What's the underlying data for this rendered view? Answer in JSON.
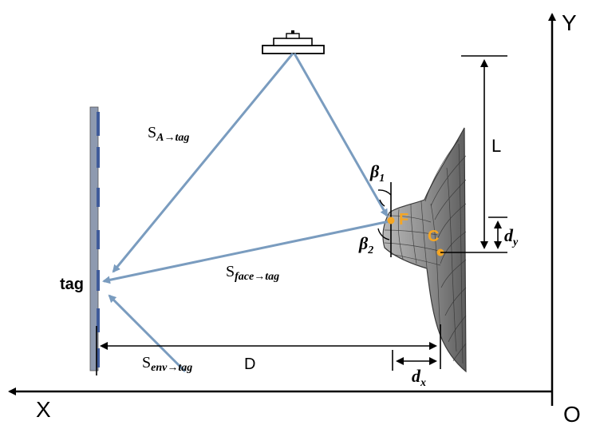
{
  "axes": {
    "y_label": "Y",
    "x_label": "X",
    "origin_label": "O"
  },
  "labels": {
    "tag": "tag",
    "s_a_tag": {
      "main": "S",
      "sub": "A→tag"
    },
    "s_face_tag": {
      "main": "S",
      "sub": "face→tag"
    },
    "s_env_tag": {
      "main": "S",
      "sub": "env→tag"
    },
    "beta1": {
      "main": "β",
      "sub": "1"
    },
    "beta2": {
      "main": "β",
      "sub": "2"
    },
    "point_f": "F",
    "point_c": "C",
    "length_l": "L",
    "dy": {
      "main": "d",
      "sub": "y"
    },
    "dx": {
      "main": "d",
      "sub": "x"
    },
    "distance_d": "D"
  },
  "colors": {
    "ray": "#7a9cbf",
    "point": "#f5a623",
    "wall": "#8e9ab0",
    "wall_mark": "#3f5b9a",
    "head": "#8a8a8a",
    "ink": "#000000"
  }
}
